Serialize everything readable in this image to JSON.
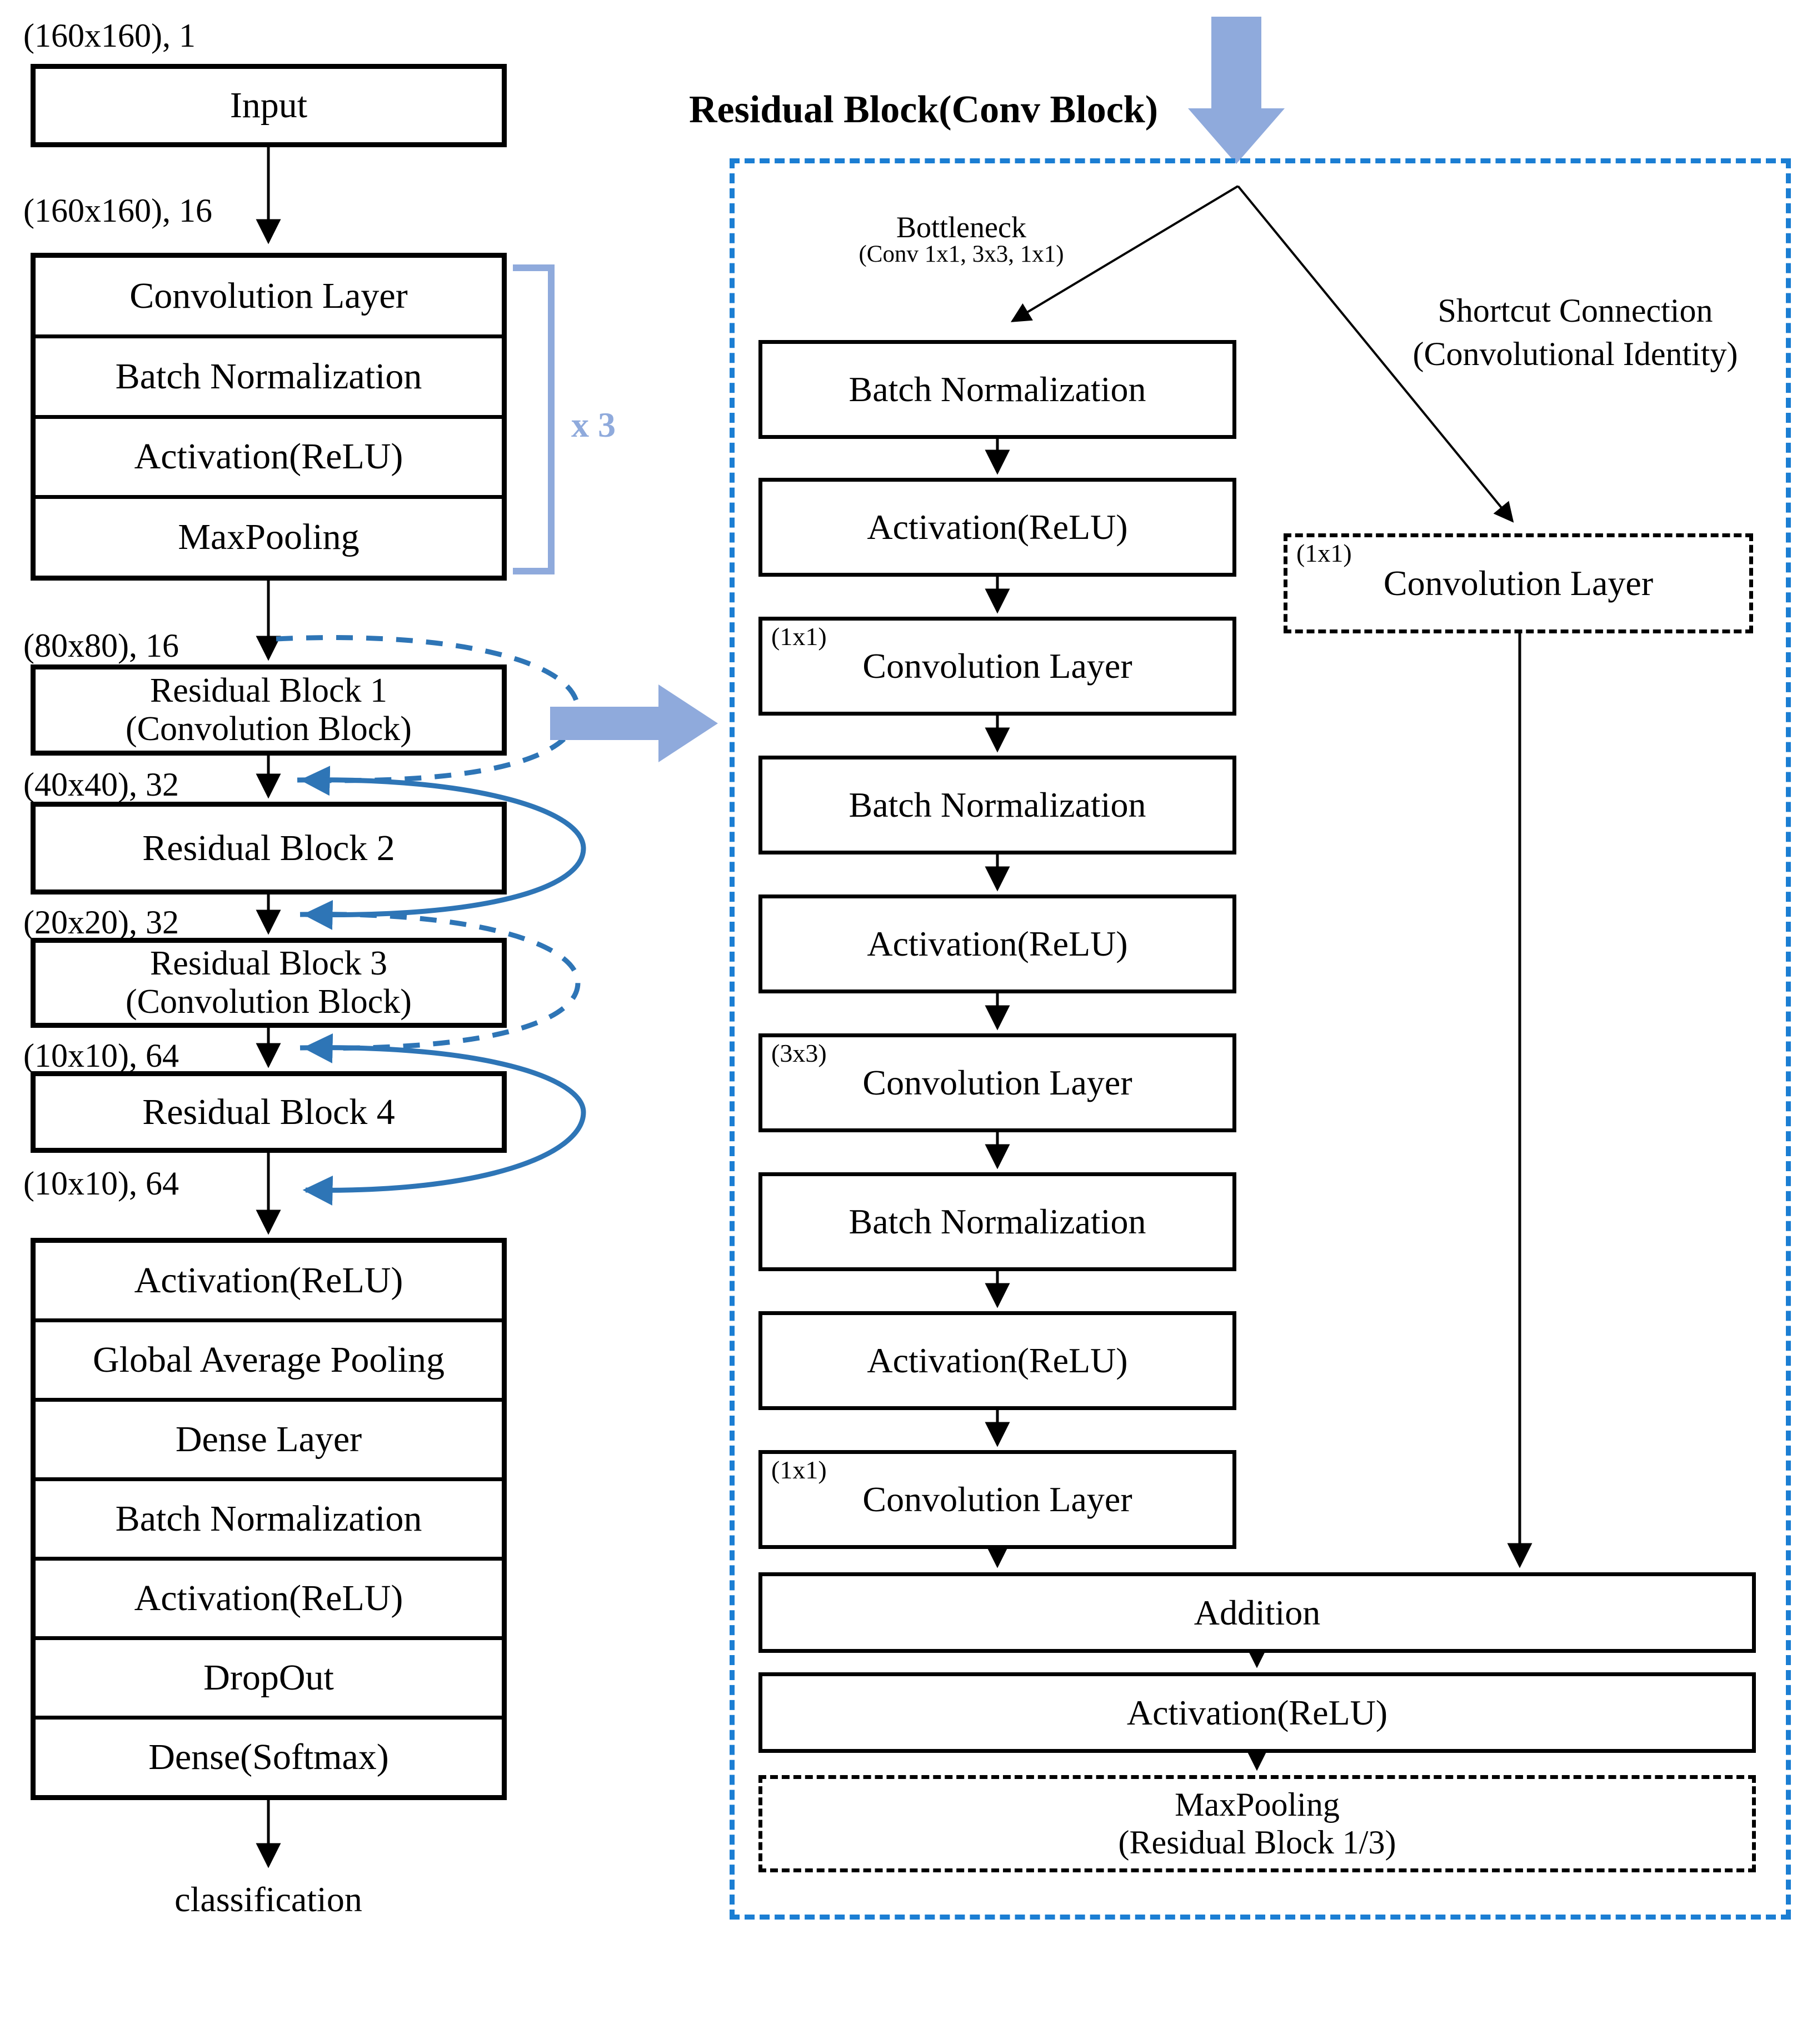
{
  "left_column": {
    "size_labels": [
      "(160x160), 1",
      "(160x160), 16",
      "(80x80), 16",
      "(40x40), 32",
      "(20x20), 32",
      "(10x10), 64",
      "(10x10), 64"
    ],
    "input_box": "Input",
    "stem_layers": [
      "Convolution Layer",
      "Batch Normalization",
      "Activation(ReLU)",
      "MaxPooling"
    ],
    "repeat_label": "x 3",
    "residual_blocks": [
      {
        "line1": "Residual Block 1",
        "line2": "(Convolution Block)"
      },
      {
        "line1": "Residual Block 2",
        "line2": ""
      },
      {
        "line1": "Residual Block 3",
        "line2": "(Convolution Block)"
      },
      {
        "line1": "Residual Block 4",
        "line2": ""
      }
    ],
    "head_layers": [
      "Activation(ReLU)",
      "Global Average Pooling",
      "Dense Layer",
      "Batch Normalization",
      "Activation(ReLU)",
      "DropOut",
      "Dense(Softmax)"
    ],
    "output_label": "classification"
  },
  "right_panel": {
    "title": "Residual Block(Conv Block)",
    "bottleneck_label": "Bottleneck",
    "bottleneck_sub": "(Conv 1x1, 3x3, 1x1)",
    "shortcut_label_line1": "Shortcut Connection",
    "shortcut_label_line2": "(Convolutional Identity)",
    "shortcut_box": {
      "annotation": "(1x1)",
      "label": "Convolution Layer"
    },
    "main_path": [
      {
        "annotation": "",
        "label": "Batch Normalization"
      },
      {
        "annotation": "",
        "label": "Activation(ReLU)"
      },
      {
        "annotation": "(1x1)",
        "label": "Convolution Layer"
      },
      {
        "annotation": "",
        "label": "Batch Normalization"
      },
      {
        "annotation": "",
        "label": "Activation(ReLU)"
      },
      {
        "annotation": "(3x3)",
        "label": "Convolution Layer"
      },
      {
        "annotation": "",
        "label": "Batch Normalization"
      },
      {
        "annotation": "",
        "label": "Activation(ReLU)"
      },
      {
        "annotation": "(1x1)",
        "label": "Convolution Layer"
      }
    ],
    "addition_box": "Addition",
    "activation_box": "Activation(ReLU)",
    "maxpool_line1": "MaxPooling",
    "maxpool_line2": "(Residual Block 1/3)"
  },
  "colors": {
    "accent_blue": "#8faadc",
    "curve_blue": "#2e75b6",
    "container_border": "#1b7ed3",
    "box_border": "#000000"
  }
}
